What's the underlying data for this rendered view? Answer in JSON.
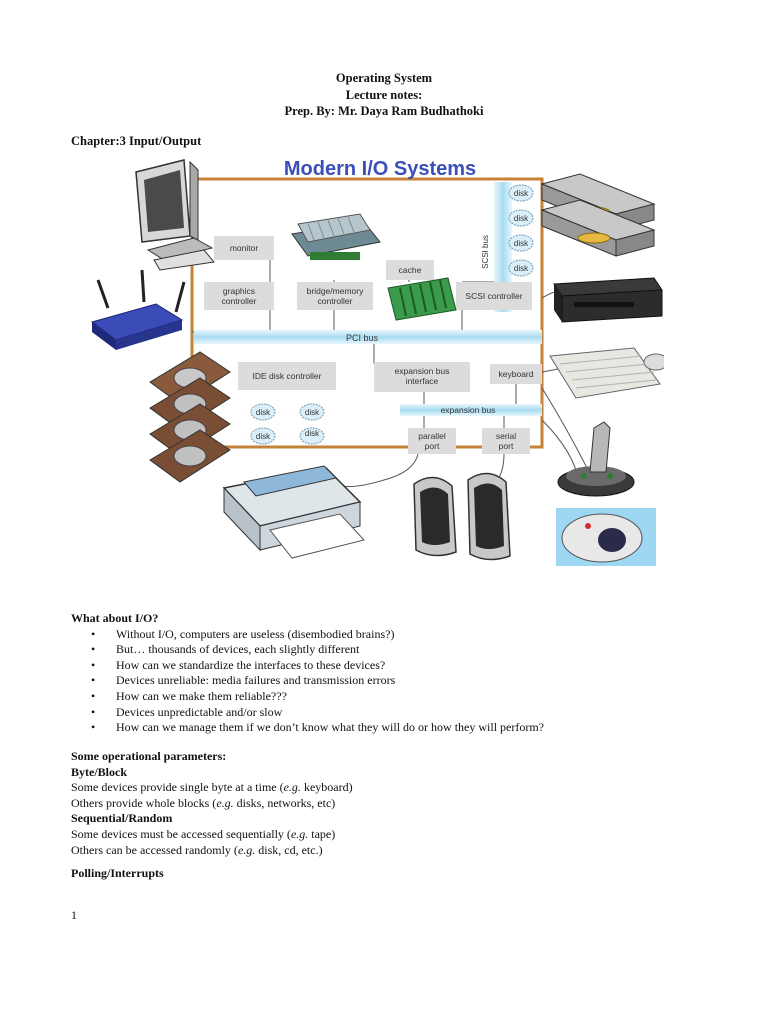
{
  "header": {
    "course": "Operating System",
    "subtitle": "Lecture notes:",
    "author": "Prep. By: Mr. Daya Ram Budhathoki"
  },
  "chapter": "Chapter:3 Input/Output",
  "figure": {
    "title": "Modern I/O Systems",
    "labels": {
      "monitor": "monitor",
      "cache": "cache",
      "graphics": [
        "graphics",
        "controller"
      ],
      "bridge": [
        "bridge/memory",
        "controller"
      ],
      "scsi_controller": "SCSI controller",
      "scsi_bus": "SCSI bus",
      "pci_bus": "PCI bus",
      "ide": "IDE disk controller",
      "expansion_interface": [
        "expansion bus",
        "interface"
      ],
      "keyboard": "keyboard",
      "expansion_bus": "expansion bus",
      "parallel": [
        "parallel",
        "port"
      ],
      "serial": [
        "serial",
        "port"
      ],
      "disk": "disk"
    }
  },
  "section_io": {
    "title": "What about I/O?",
    "bullets": [
      "Without I/O, computers are useless (disembodied brains?)",
      "But… thousands of devices, each slightly different",
      "How can we standardize the interfaces to these devices?",
      "Devices unreliable: media failures and transmission errors",
      "How can we make them reliable???",
      "Devices unpredictable and/or slow",
      "How can we manage them if we don’t know what they will do  or how they will perform?"
    ]
  },
  "section_params": {
    "title": "Some operational parameters:",
    "byte_block": {
      "title": "Byte/Block",
      "line1": {
        "pre": "Some devices provide single byte at a time (",
        "eg": "e.g.",
        "post": "  keyboard)"
      },
      "line2": {
        "pre": "Others provide whole blocks (",
        "eg": "e.g.",
        "post": "  disks, networks, etc)"
      }
    },
    "sequential_random": {
      "title": "Sequential/Random",
      "line1": {
        "pre": "Some devices must be accessed sequentially (",
        "eg": "e.g.",
        "post": "  tape)"
      },
      "line2": {
        "pre": "Others can be accessed randomly (",
        "eg": "e.g.",
        "post": "  disk, cd, etc.)"
      }
    }
  },
  "section_polling": {
    "title": "Polling/Interrupts"
  },
  "page_number": "1"
}
